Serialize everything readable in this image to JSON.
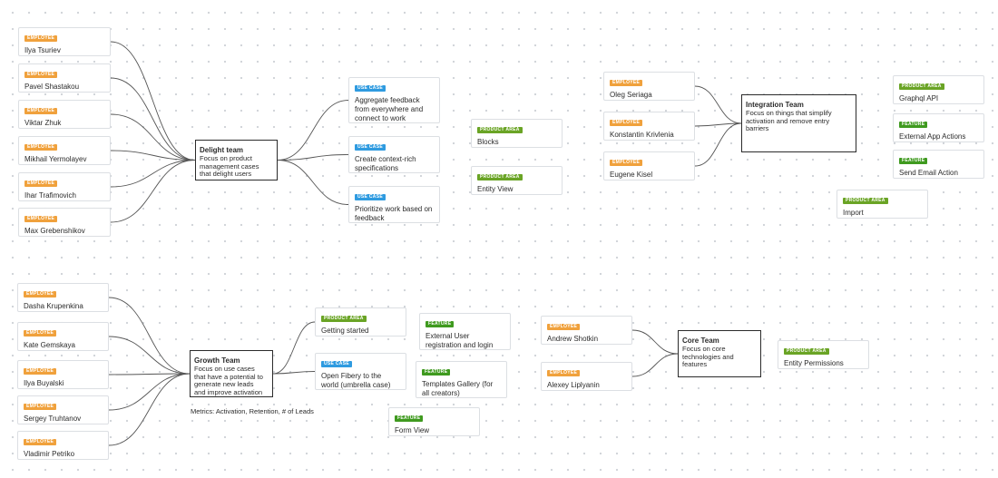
{
  "badges": {
    "employee": "EMPLOYEE",
    "product_area": "PRODUCT AREA",
    "feature": "FEATURE",
    "use_case": "USE CASE"
  },
  "colors": {
    "employee": "#f0a13c",
    "product_area": "#6aa425",
    "feature": "#3f9a1f",
    "use_case": "#2f9be0",
    "connector": "#555555"
  },
  "delight": {
    "team": {
      "title": "Delight team",
      "description": "Focus on product management cases that delight users"
    },
    "employees": [
      "Ilya Tsuriev",
      "Pavel Shastakou",
      "Viktar Zhuk",
      "Mikhail Yermolayev",
      "Ihar Trafimovich",
      "Max Grebenshikov"
    ],
    "use_cases": [
      "Aggregate feedback from everywhere and connect to work",
      "Create context-rich specifications",
      "Prioritize work based on feedback"
    ],
    "product_areas": [
      "Blocks",
      "Entity View"
    ]
  },
  "integration": {
    "team": {
      "title": "Integration Team",
      "description": "Focus on things that simplify activation and remove entry barriers"
    },
    "employees": [
      "Oleg Seriaga",
      "Konstantin Krivlenia",
      "Eugene Kisel"
    ],
    "product_areas": [
      "Graphql API",
      "Import"
    ],
    "features": [
      "External App Actions",
      "Send Email Action"
    ]
  },
  "growth": {
    "team": {
      "title": "Growth Team",
      "description": "Focus on use cases that have a potential to generate new leads and improve activation"
    },
    "metrics": "Metrics: Activation, Retention, # of Leads",
    "employees": [
      "Dasha Krupenkina",
      "Kate Gemskaya",
      "Ilya Buyalski",
      "Sergey Truhtanov",
      "Vladimir Petriko"
    ],
    "product_areas": [
      "Getting started"
    ],
    "use_cases": [
      "Open Fibery to the world (umbrella case)"
    ],
    "features": [
      "External User registration and login",
      "Templates Gallery (for all creators)",
      "Form View"
    ]
  },
  "core": {
    "team": {
      "title": "Core Team",
      "description": "Focus on core technologies and features"
    },
    "employees": [
      "Andrew Shotkin",
      "Alexey Liplyanin"
    ],
    "product_areas": [
      "Entity Permissions"
    ]
  }
}
